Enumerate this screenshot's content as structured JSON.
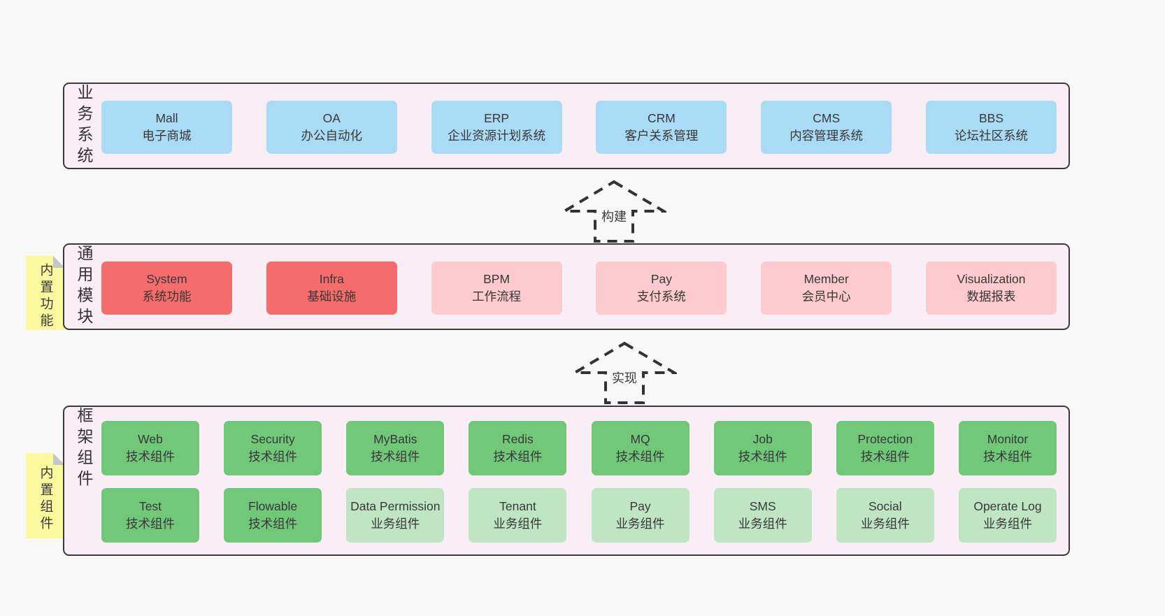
{
  "colors": {
    "page_background": "#f8f8f8",
    "layer_background": "#f9edf6",
    "layer_border": "#3a3a3a",
    "blue_box": "#a9dbf5",
    "red_box": "#f56c6c",
    "pink_box": "#fccacf",
    "green_box": "#70c878",
    "light_green_box": "#bfe5c3",
    "sticky_note": "#fbf99e",
    "sticky_fold": "#c6c6c6"
  },
  "arrows": [
    {
      "label": "构建"
    },
    {
      "label": "实现"
    }
  ],
  "layers": [
    {
      "label": "业务系统",
      "boxes": [
        {
          "title": "Mall",
          "subtitle": "电子商城"
        },
        {
          "title": "OA",
          "subtitle": "办公自动化"
        },
        {
          "title": "ERP",
          "subtitle": "企业资源计划系统"
        },
        {
          "title": "CRM",
          "subtitle": "客户关系管理"
        },
        {
          "title": "CMS",
          "subtitle": "内容管理系统"
        },
        {
          "title": "BBS",
          "subtitle": "论坛社区系统"
        }
      ]
    },
    {
      "label": "通用模块",
      "sticky": "内置功能",
      "boxes": [
        {
          "title": "System",
          "subtitle": "系统功能"
        },
        {
          "title": "Infra",
          "subtitle": "基础设施"
        },
        {
          "title": "BPM",
          "subtitle": "工作流程"
        },
        {
          "title": "Pay",
          "subtitle": "支付系统"
        },
        {
          "title": "Member",
          "subtitle": "会员中心"
        },
        {
          "title": "Visualization",
          "subtitle": "数据报表"
        }
      ]
    },
    {
      "label": "框架组件",
      "sticky": "内置组件",
      "rows": [
        [
          {
            "title": "Web",
            "subtitle": "技术组件"
          },
          {
            "title": "Security",
            "subtitle": "技术组件"
          },
          {
            "title": "MyBatis",
            "subtitle": "技术组件"
          },
          {
            "title": "Redis",
            "subtitle": "技术组件"
          },
          {
            "title": "MQ",
            "subtitle": "技术组件"
          },
          {
            "title": "Job",
            "subtitle": "技术组件"
          },
          {
            "title": "Protection",
            "subtitle": "技术组件"
          },
          {
            "title": "Monitor",
            "subtitle": "技术组件"
          }
        ],
        [
          {
            "title": "Test",
            "subtitle": "技术组件"
          },
          {
            "title": "Flowable",
            "subtitle": "技术组件"
          },
          {
            "title": "Data Permission",
            "subtitle": "业务组件"
          },
          {
            "title": "Tenant",
            "subtitle": "业务组件"
          },
          {
            "title": "Pay",
            "subtitle": "业务组件"
          },
          {
            "title": "SMS",
            "subtitle": "业务组件"
          },
          {
            "title": "Social",
            "subtitle": "业务组件"
          },
          {
            "title": "Operate Log",
            "subtitle": "业务组件"
          }
        ]
      ]
    }
  ]
}
